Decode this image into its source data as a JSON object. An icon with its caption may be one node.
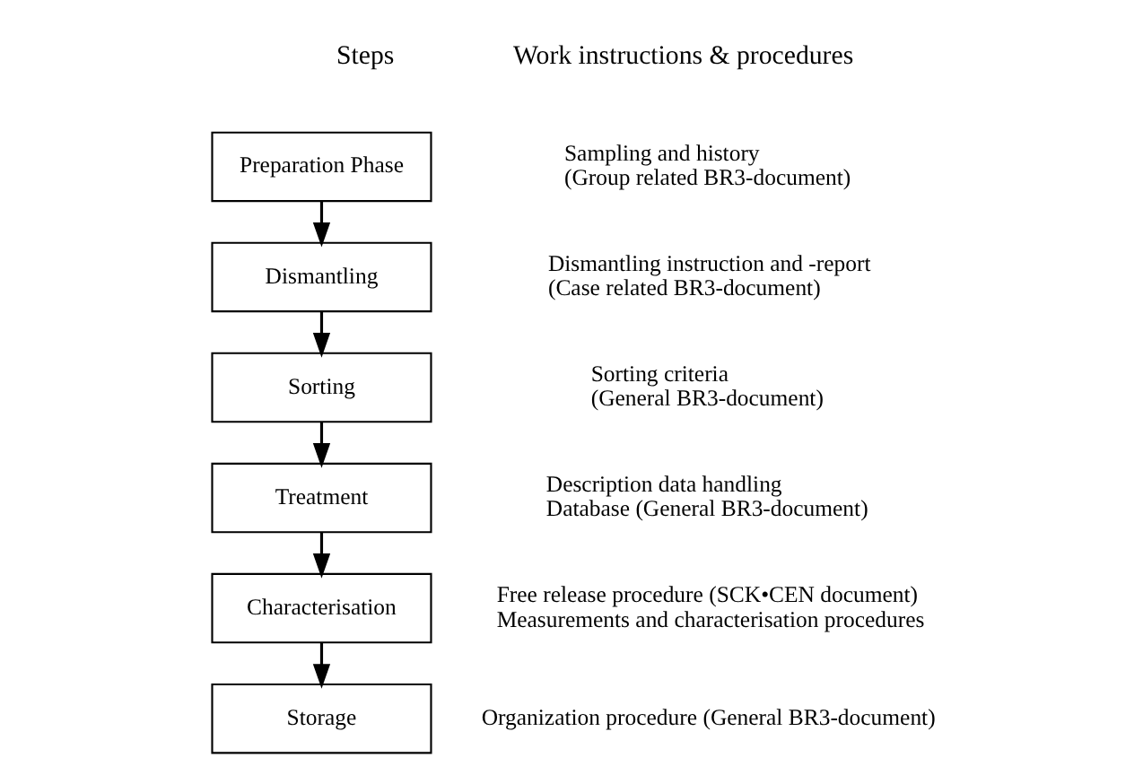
{
  "diagram": {
    "nodes": [
      {
        "text": [
          "Preparation Phase"
        ],
        "beside": [
          "Sampling and history",
          "(Group related BR3-document)"
        ]
      },
      {
        "text": [
          "Dismantling"
        ],
        "beside": [
          "Dismantling instruction and -report",
          "(Case related BR3-document)"
        ]
      },
      {
        "text": [
          "Sorting"
        ],
        "beside": [
          "Sorting criteria",
          "(General BR3-document)"
        ]
      },
      {
        "text": [
          "Treatment"
        ],
        "beside": [
          "Description data handling",
          "Database (General BR3-document)"
        ]
      },
      {
        "text": [
          "Characterisation"
        ],
        "beside": [
          "Free release procedure (SCK•CEN document)",
          "Measurements and characterisation procedures"
        ]
      },
      {
        "text": [
          "Storage"
        ],
        "beside": [
          "Organization procedure (General BR3-document)"
        ]
      }
    ],
    "edges": [
      {
        "from": 0,
        "to": 1,
        "arrow": "to"
      },
      {
        "from": 1,
        "to": 2,
        "arrow": "to"
      },
      {
        "from": 2,
        "to": 3,
        "arrow": "to"
      },
      {
        "from": 3,
        "to": 4,
        "arrow": "to"
      },
      {
        "from": 4,
        "to": 5,
        "arrow": "to"
      }
    ],
    "labels": [
      "Steps",
      "Work instructions & procedures"
    ]
  }
}
